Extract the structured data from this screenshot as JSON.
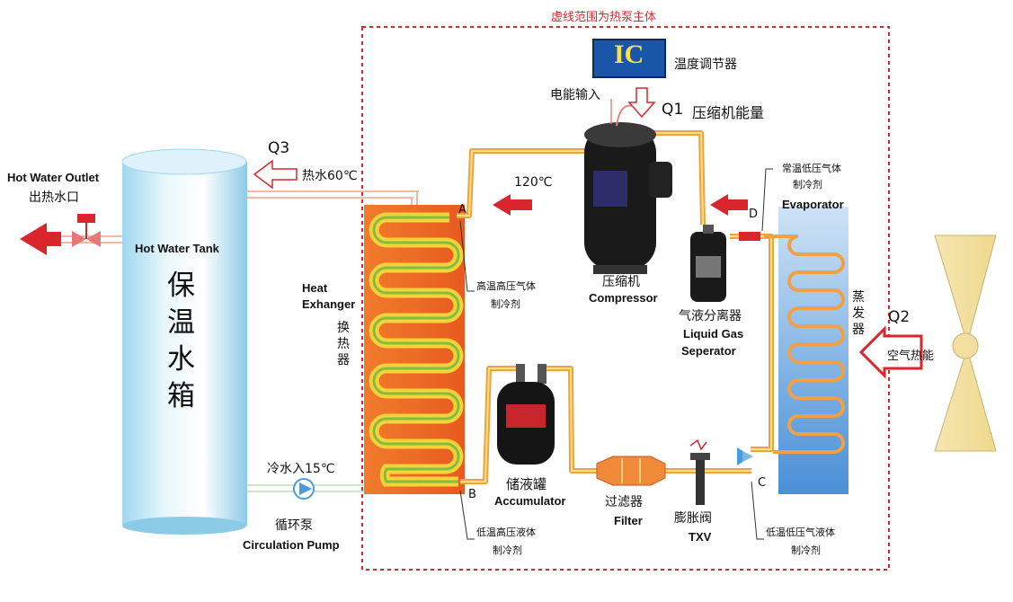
{
  "title": "虚线范围为热泵主体",
  "controller": {
    "badge": "IC",
    "label": "温度调节器"
  },
  "power_input": "电能输入",
  "q1": {
    "tag": "Q1",
    "label": "压缩机能量"
  },
  "q2": {
    "tag": "Q2",
    "label": "空气热能"
  },
  "q3": {
    "tag": "Q3",
    "label": "热水60℃"
  },
  "hot_outlet": {
    "en": "Hot Water Outlet",
    "cn": "出热水口"
  },
  "tank": {
    "en": "Hot Water Tank",
    "cn": "保温水箱"
  },
  "cold_in": "冷水入15℃",
  "pump": {
    "cn": "循环泵",
    "en": "Circulation Pump"
  },
  "heat_exchanger": {
    "en1": "Heat",
    "en2": "Exhanger",
    "cn": "换热器"
  },
  "compressor": {
    "cn": "压缩机",
    "en": "Compressor"
  },
  "separator": {
    "cn": "气液分离器",
    "en1": "Liquid Gas",
    "en2": "Seperator"
  },
  "evaporator": {
    "en": "Evaporator",
    "cn": "蒸发器"
  },
  "accumulator": {
    "cn": "储液罐",
    "en": "Accumulator"
  },
  "filter": {
    "cn": "过滤器",
    "en": "Filter"
  },
  "txv": {
    "cn": "膨胀阀",
    "en": "TXV"
  },
  "temp_120": "120℃",
  "points": {
    "a": "A",
    "b": "B",
    "c": "C",
    "d": "D"
  },
  "refrigerant_states": {
    "a": {
      "line1": "高温高压气体",
      "line2": "制冷剂"
    },
    "b": {
      "line1": "低温高压液体",
      "line2": "制冷剂"
    },
    "c": {
      "line1": "低温低压气液体",
      "line2": "制冷剂"
    },
    "d": {
      "line1": "常温低压气体",
      "line2": "制冷剂"
    }
  },
  "colors": {
    "accent_red": "#d8262c",
    "pipe": "#f0a046",
    "coil_hot": "#f4a340",
    "evap_blue": "#5a9bd8"
  }
}
